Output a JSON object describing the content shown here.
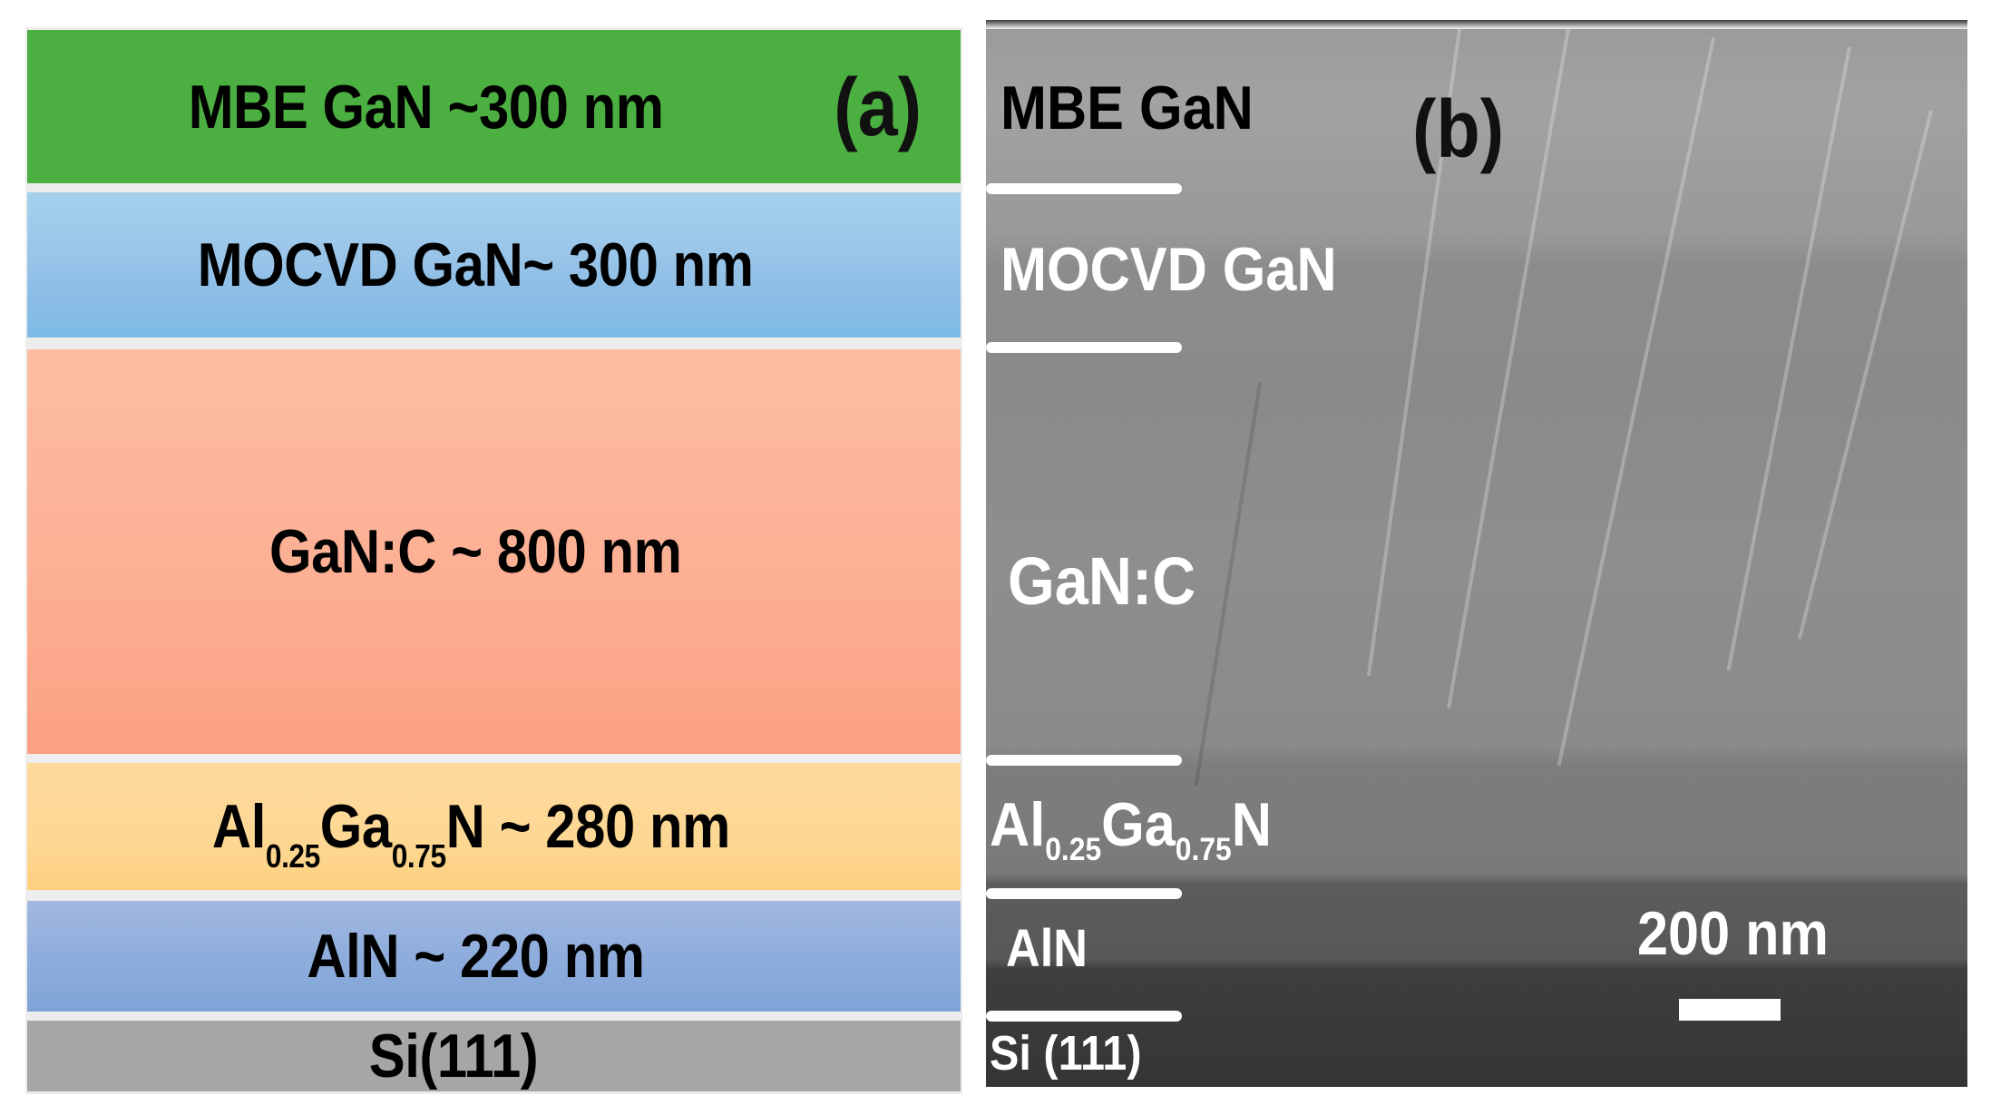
{
  "figure": {
    "panel_a": {
      "label": "(a)",
      "layers": [
        {
          "name": "MBE GaN",
          "text": "MBE GaN ~300 nm",
          "thickness_nm": 300,
          "color": "#4caf41"
        },
        {
          "name": "MOCVD GaN",
          "text": "MOCVD GaN~ 300 nm",
          "thickness_nm": 300,
          "color": "#8cbde6"
        },
        {
          "name": "GaN:C",
          "text": "GaN:C ~ 800 nm",
          "thickness_nm": 800,
          "color": "#fcae92"
        },
        {
          "name": "AlGaN",
          "text_parts": [
            "Al",
            "0.25",
            "Ga",
            "0.75",
            "N ~ 280 nm"
          ],
          "thickness_nm": 280,
          "color": "#fdd894"
        },
        {
          "name": "AlN",
          "text": "AlN ~ 220 nm",
          "thickness_nm": 220,
          "color": "#8eaddc"
        },
        {
          "name": "Si substrate",
          "text": "Si(111)",
          "color": "#a6a6a6"
        }
      ]
    },
    "panel_b": {
      "label": "(b)",
      "tags": {
        "mbe": "MBE GaN",
        "mocvd": "MOCVD GaN",
        "ganc": "GaN:C",
        "algan_parts": [
          "Al",
          "0.25",
          "Ga",
          "0.75",
          "N"
        ],
        "aln": "AlN",
        "si": "Si (111)"
      },
      "scale_bar": {
        "text": "200 nm",
        "length_nm": 200
      }
    }
  }
}
